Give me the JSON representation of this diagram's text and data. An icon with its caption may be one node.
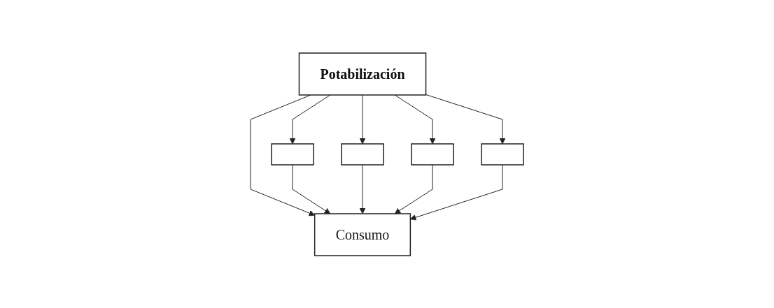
{
  "diagram": {
    "nodes": [
      {
        "text": [
          "Potabilización"
        ]
      },
      {
        "text": [],
        "shape": "box"
      },
      {
        "text": [],
        "shape": "box"
      },
      {
        "text": [],
        "shape": "box"
      },
      {
        "text": [],
        "shape": "box"
      },
      {
        "text": [
          "Consumo"
        ]
      }
    ],
    "edges": [
      {
        "from": 0,
        "to": 1,
        "arrow": "to"
      },
      {
        "from": 0,
        "to": 2,
        "arrow": "to"
      },
      {
        "from": 0,
        "to": 5,
        "arrow": "to"
      },
      {
        "from": 0,
        "to": 3,
        "arrow": "to"
      },
      {
        "from": 0,
        "to": 4,
        "arrow": "to"
      },
      {
        "from": 1,
        "to": 5,
        "arrow": "to"
      },
      {
        "from": 2,
        "to": 5,
        "arrow": "to"
      },
      {
        "from": 3,
        "to": 5,
        "arrow": "to"
      },
      {
        "from": 4,
        "to": 5,
        "arrow": "to"
      }
    ]
  }
}
